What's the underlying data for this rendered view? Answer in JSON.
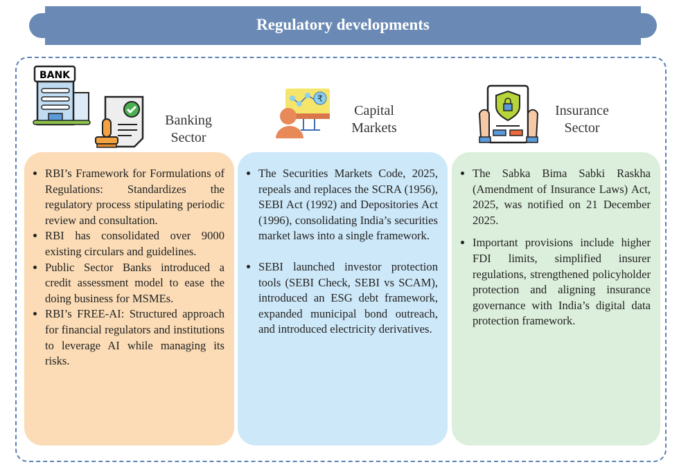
{
  "header": {
    "title": "Regulatory developments"
  },
  "sections": [
    {
      "title_line1": "Banking",
      "title_line2": "Sector",
      "icon": "bank-icon",
      "bullets": [
        "RBI’s Framework for Formulations of Regulations: Standardizes the regulatory process stipulating periodic review and consultation.",
        "RBI has consolidated over 9000 existing circulars and guidelines.",
        "Public Sector Banks introduced a credit assessment model to ease the doing business for MSMEs.",
        "RBI’s FREE-AI: Structured approach for financial regulators and institutions to leverage AI while managing its risks."
      ]
    },
    {
      "title_line1": "Capital",
      "title_line2": "Markets",
      "icon": "presentation-chart-icon",
      "bullets": [
        "The Securities Markets Code, 2025, repeals and replaces the SCRA (1956), SEBI Act (1992) and Depositories Act (1996), consolidating India’s securities market laws into a single framework.",
        "SEBI launched investor protection tools (SEBI Check, SEBI vs SCAM), introduced an ESG debt framework, expanded municipal bond outreach, and introduced electricity derivatives."
      ]
    },
    {
      "title_line1": "Insurance",
      "title_line2": "Sector",
      "icon": "insurance-shield-icon",
      "bullets": [
        "The Sabka Bima Sabki Raskha (Amendment of Insurance Laws) Act, 2025, was notified on 21 December 2025.",
        "Important provisions include higher FDI limits, simplified insurer regulations, strengthened policyholder protection and aligning insurance governance with India’s digital data protection framework."
      ]
    }
  ],
  "icon_text": {
    "bank_sign": "BANK",
    "currency": "₹"
  }
}
